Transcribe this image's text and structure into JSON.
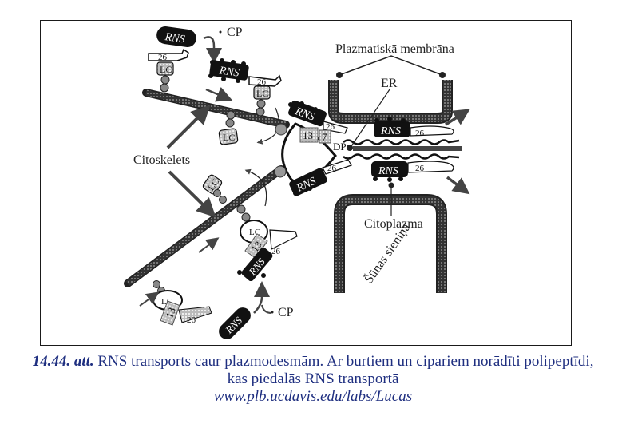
{
  "figure": {
    "labels": {
      "rns": "RNS",
      "cp": "CP",
      "lc": "LC",
      "n26": "26",
      "n13": "13",
      "n7": "7",
      "dp": "DP",
      "er": "ER",
      "plasma_membrane": "Plazmatiskā membrāna",
      "cytoskeleton": "Citoskelets",
      "cytoplasm": "Citoplazma",
      "cell_wall": "Šūnas sieniņa"
    }
  },
  "caption": {
    "figure_number": "14.44. att.",
    "line1": " RNS transports caur plazmodesmām. Ar burtiem un cipariem norādīti polipeptīdi,",
    "line2": "kas piedalās RNS transportā",
    "url": "www.plb.ucdavis.edu/labs/Lucas"
  },
  "colors": {
    "caption_text": "#1f2f80",
    "diagram_ink": "#1a1a1a",
    "arrow_gray": "#444444"
  }
}
